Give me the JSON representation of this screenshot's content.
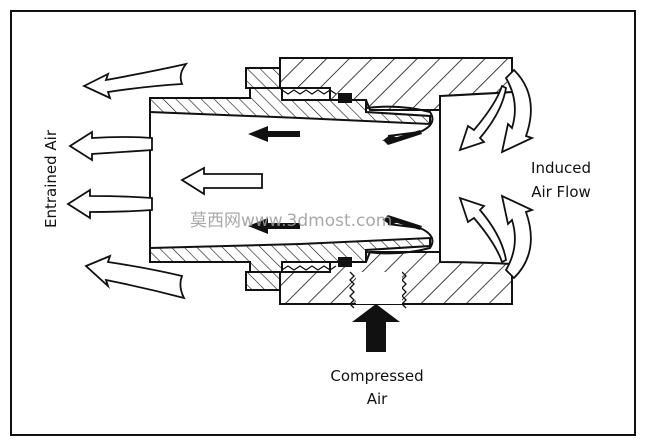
{
  "labels": {
    "entrained_air": "Entrained Air",
    "induced_line1": "Induced",
    "induced_line2": "Air Flow",
    "compressed_line1": "Compressed",
    "compressed_line2": "Air"
  },
  "watermark": "莫西网www.3dmost.com",
  "colors": {
    "stroke": "#111111",
    "background": "#ffffff",
    "watermark": "#9a9a9a"
  }
}
